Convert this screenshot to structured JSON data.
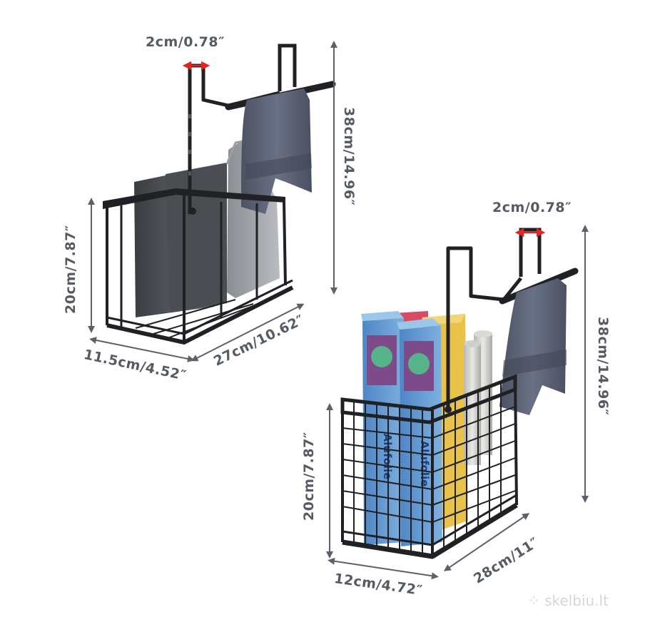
{
  "product_a": {
    "hook_gap": "2cm/0.78″",
    "height_total": "38cm/14.96″",
    "basket_height": "20cm/7.87″",
    "depth": "11.5cm/4.52″",
    "width": "27cm/10.62″"
  },
  "product_b": {
    "hook_gap": "2cm/0.78″",
    "height_total": "38cm/14.96″",
    "basket_height": "20cm/7.87″",
    "depth": "12cm/4.72″",
    "width": "28cm/11″",
    "box_text": "Alufolie"
  },
  "watermark": "skelbiu.lt",
  "colors": {
    "metal": "#1f2124",
    "towel": "#5d6476",
    "dimension_line": "#5c6068",
    "dimension_text": "#555a63",
    "accent_red": "#e0261e",
    "box_blue": "#5a8fcf",
    "box_yellow": "#e9c24a"
  }
}
